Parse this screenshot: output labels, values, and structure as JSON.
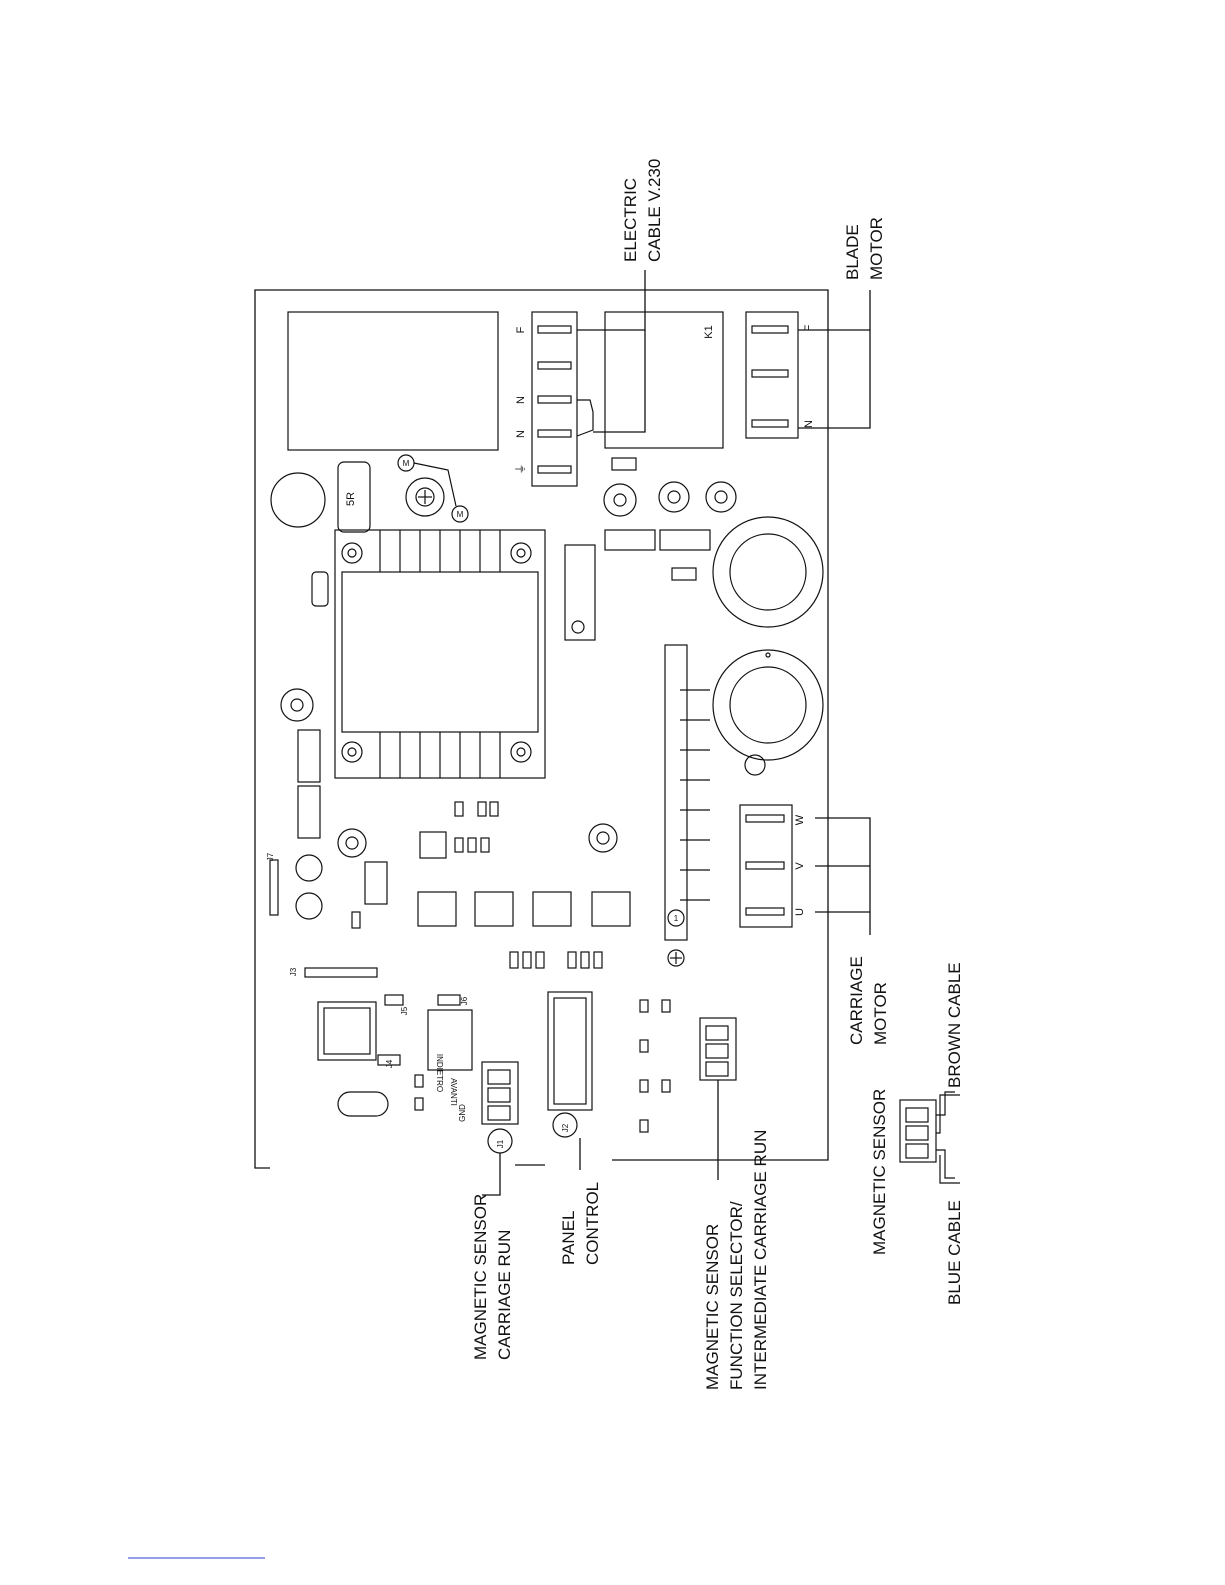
{
  "labels": {
    "electric_cable": [
      "ELECTRIC",
      "CABLE V.230"
    ],
    "blade_motor": [
      "BLADE",
      "MOTOR"
    ],
    "carriage_motor": [
      "CARRIAGE",
      "MOTOR"
    ],
    "brown_cable": "BROWN CABLE",
    "magnetic_sensor_right": "MAGNETIC SENSOR",
    "blue_cable": "BLUE CABLE",
    "magnetic_sensor_carriage_run": [
      "MAGNETIC SENSOR",
      "CARRIAGE RUN"
    ],
    "panel_control": [
      "PANEL",
      "CONTROL"
    ],
    "magnetic_sensor_function": [
      "MAGNETIC SENSOR",
      "FUNCTION SELECTOR/",
      "INTERMEDIATE CARRIAGE RUN"
    ]
  },
  "board": {
    "terminal_top": [
      "⏚",
      "N",
      "N",
      "F"
    ],
    "relay": "K1",
    "terminal_right": [
      "N",
      "F"
    ],
    "motor_pins": [
      "U",
      "V",
      "W"
    ],
    "resistor": "5R",
    "m_marks": [
      "M",
      "M"
    ],
    "connectors": {
      "j1": "J1",
      "j2": "J2",
      "j3": "J3",
      "j4": "J4",
      "j5": "J5",
      "j6": "J6",
      "j7": "J7"
    },
    "j1_pins": [
      "GND",
      "AVANTI",
      "INDIETRO"
    ],
    "strip_marker": "1"
  },
  "colors": {
    "line": "#111111",
    "footer_rule": "#2a3fd0"
  }
}
